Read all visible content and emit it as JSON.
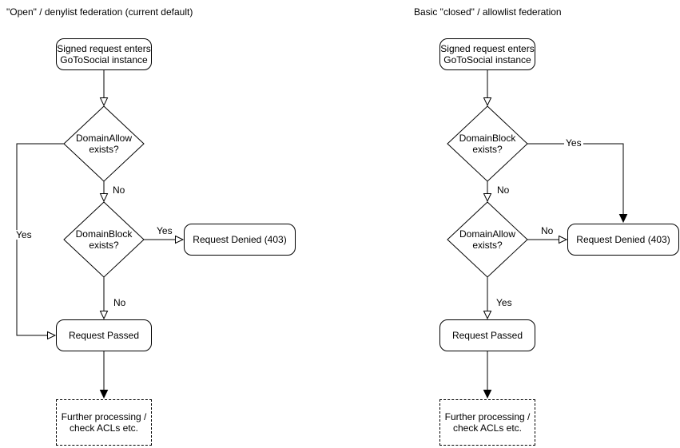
{
  "colors": {
    "stroke": "#000000",
    "node_fill": "#ffffff",
    "background": "#ffffff"
  },
  "left": {
    "title": "\"Open\" / denylist federation (current default)",
    "start": "Signed request enters\nGoToSocial instance",
    "decision1": "DomainAllow\nexists?",
    "decision2": "DomainBlock\nexists?",
    "denied": "Request Denied (403)",
    "passed": "Request Passed",
    "further": "Further processing /\ncheck ACLs etc.",
    "labels": {
      "d1_no": "No",
      "d1_yes": "Yes",
      "d2_yes": "Yes",
      "d2_no": "No"
    }
  },
  "right": {
    "title": "Basic \"closed\" / allowlist federation",
    "start": "Signed request enters\nGoToSocial instance",
    "decision1": "DomainBlock\nexists?",
    "decision2": "DomainAllow\nexists?",
    "denied": "Request Denied (403)",
    "passed": "Request Passed",
    "further": "Further processing /\ncheck ACLs etc.",
    "labels": {
      "d1_yes": "Yes",
      "d1_no": "No",
      "d2_no": "No",
      "d2_yes": "Yes"
    }
  }
}
